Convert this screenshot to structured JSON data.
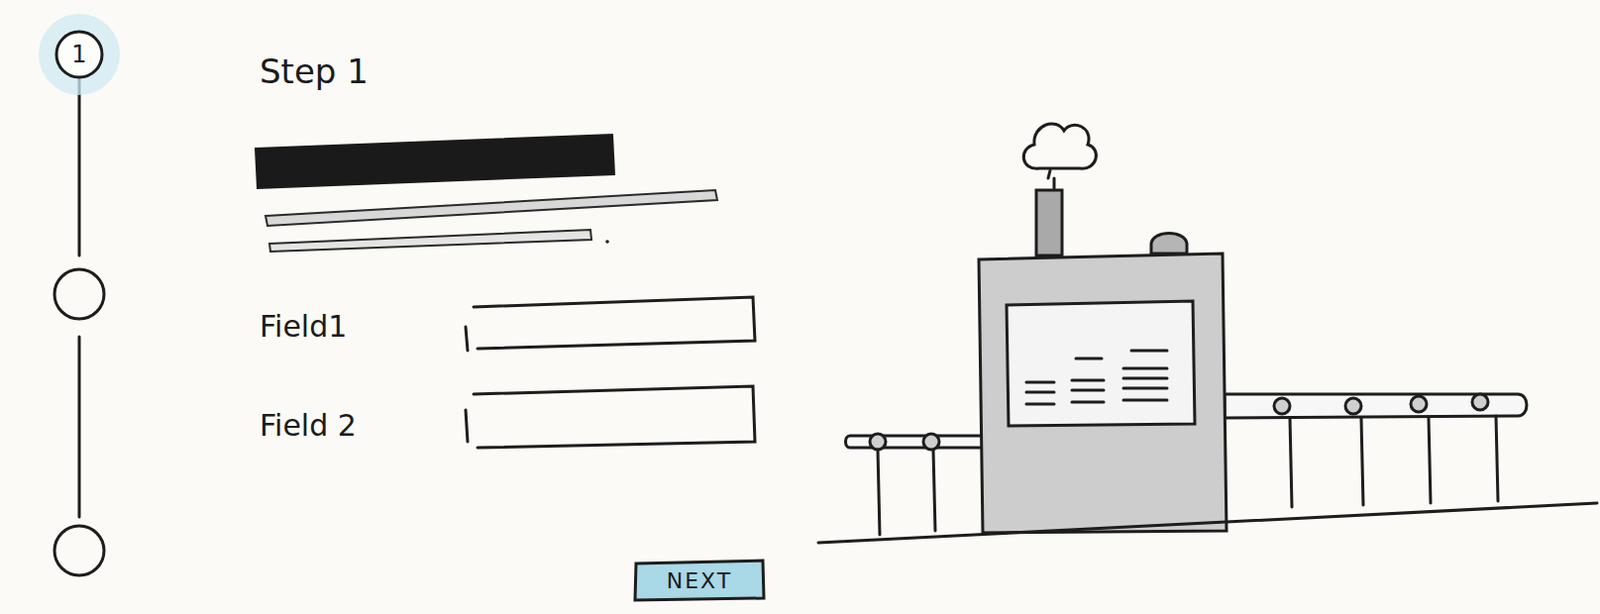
{
  "diagram": {
    "nodes": [
      {
        "text": [
          "1"
        ]
      },
      {
        "text": [
          "NEXT"
        ]
      }
    ],
    "labels": [
      "Step 1",
      "Field1",
      "Field 2"
    ]
  }
}
